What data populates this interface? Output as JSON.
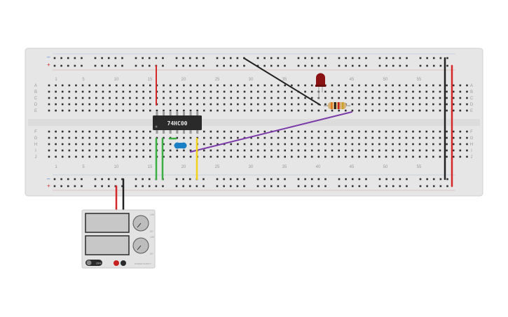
{
  "breadboard": {
    "column_labels_top": [
      "1",
      "5",
      "10",
      "15",
      "20",
      "25",
      "30",
      "35",
      "40",
      "45",
      "50",
      "55"
    ],
    "column_labels_bottom": [
      "1",
      "5",
      "10",
      "15",
      "20",
      "25",
      "30",
      "35",
      "40",
      "45",
      "50",
      "55"
    ],
    "row_labels_top": [
      "A",
      "B",
      "C",
      "D",
      "E"
    ],
    "row_labels_bottom": [
      "F",
      "G",
      "H",
      "I",
      "J"
    ],
    "rail_minus": "–",
    "rail_plus": "+",
    "colors": {
      "board": "#e6e6e6",
      "hole": "#2f2f2f",
      "rail_red": "#d62828",
      "rail_blue": "#3b6fd6"
    }
  },
  "chip": {
    "label": "74HC00",
    "pins_per_side": 7,
    "color": "#2a2a2a"
  },
  "led": {
    "color": "red"
  },
  "resistor": {
    "bands": [
      "orange",
      "black",
      "red",
      "gold"
    ]
  },
  "capacitor": {
    "color": "#1a7fc4"
  },
  "wires": [
    {
      "name": "wire-red-top",
      "color": "#d62828"
    },
    {
      "name": "wire-black-diagonal",
      "color": "#222222"
    },
    {
      "name": "wire-purple",
      "color": "#7a3aa8"
    },
    {
      "name": "wire-green-1",
      "color": "#3cb043"
    },
    {
      "name": "wire-green-2",
      "color": "#3cb043"
    },
    {
      "name": "wire-yellow",
      "color": "#f2d21b"
    },
    {
      "name": "wire-black-right-rail",
      "color": "#222222"
    },
    {
      "name": "wire-red-right-rail",
      "color": "#d62828"
    },
    {
      "name": "wire-red-supply",
      "color": "#d62828"
    },
    {
      "name": "wire-black-supply",
      "color": "#222222"
    }
  ],
  "power_supply": {
    "label_off": "OFF",
    "knob_labels": [
      "10V",
      "0V",
      "10V",
      "0V"
    ],
    "footer": "POWER SUPPLY"
  }
}
